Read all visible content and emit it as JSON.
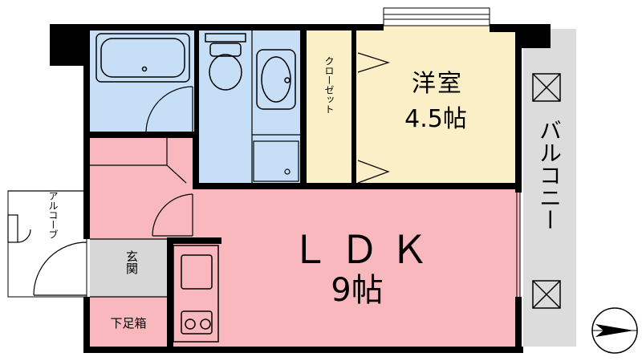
{
  "floorplan": {
    "rooms": {
      "western_room": {
        "name": "洋室",
        "size": "4.5帖"
      },
      "ldk": {
        "name": "ＬＤＫ",
        "size": "9帖"
      },
      "closet": {
        "label": "クローゼット"
      },
      "balcony": {
        "label": "バルコニー"
      },
      "alcove": {
        "label": "アルコーブ"
      },
      "entrance": {
        "label": "玄関"
      },
      "shoe_box": {
        "label": "下足箱"
      }
    },
    "colors": {
      "ldk_pink": "#f8b8bd",
      "wet_blue": "#c6dff7",
      "bedroom_cream": "#fbefc7",
      "entrance_gray": "#d7d7d7",
      "balcony_gray": "#dcdcdc",
      "wall": "#000000"
    }
  }
}
